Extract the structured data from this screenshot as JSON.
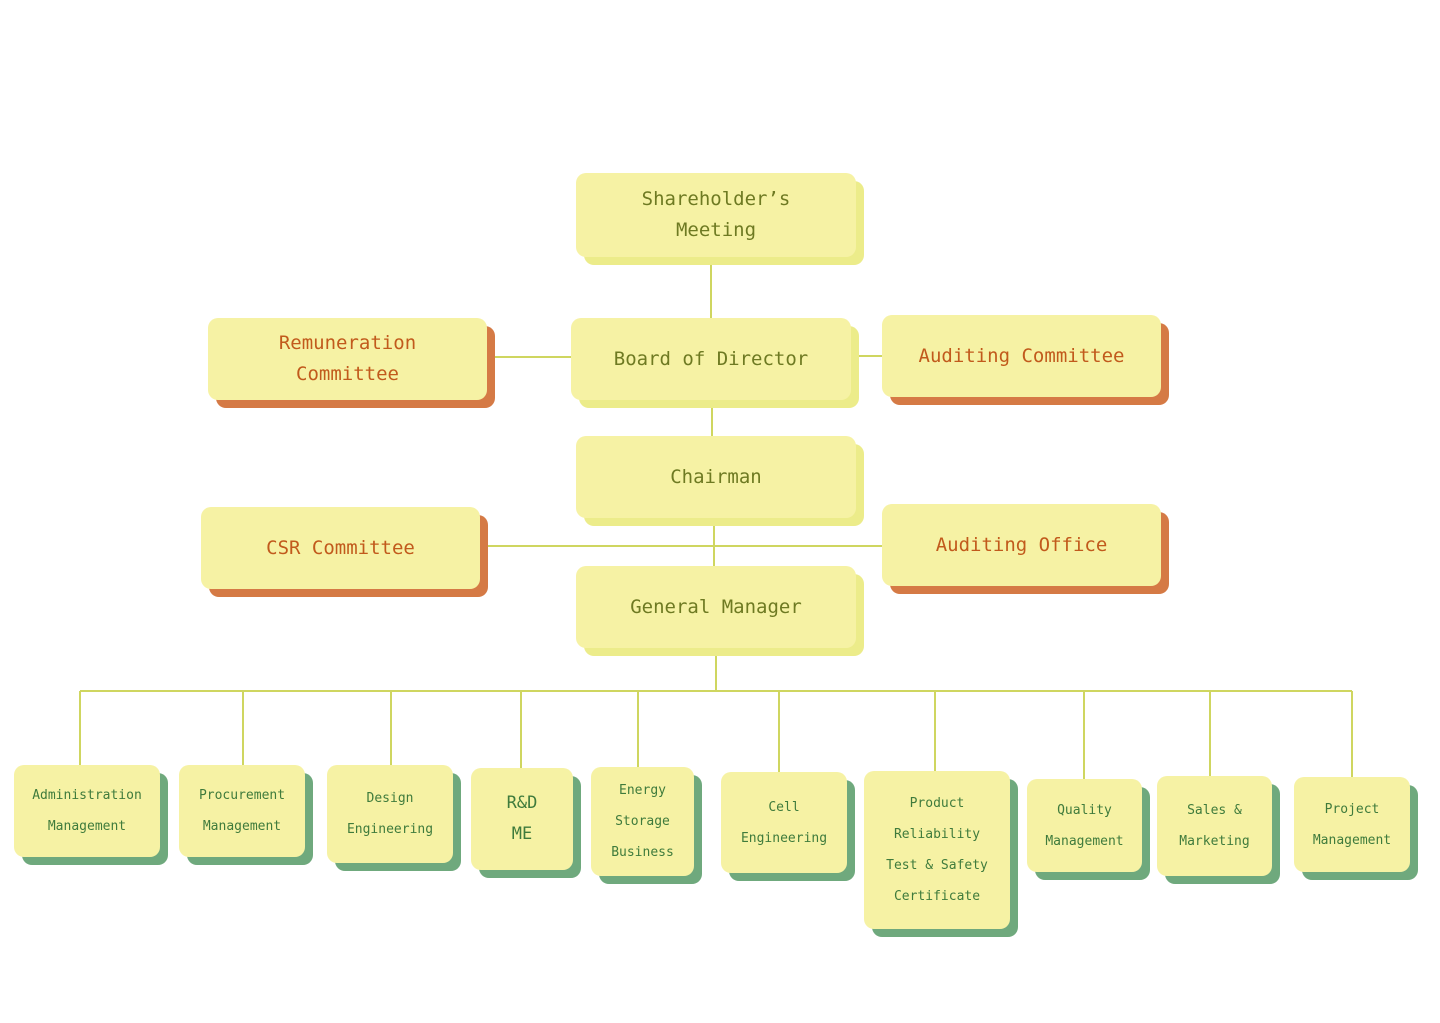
{
  "colors": {
    "node_fill": "#f6f2a4",
    "connector": "#cfd660",
    "core_text": "#6e7a22",
    "core_shadow": "#ecec8a",
    "committee_text": "#c15a1c",
    "committee_shadow": "#d57a45",
    "dept_text": "#3f7b3c",
    "dept_shadow": "#6fa97d"
  },
  "org": {
    "shareholders": [
      "Shareholder’s",
      "Meeting"
    ],
    "board": [
      "Board of Director"
    ],
    "chairman": [
      "Chairman"
    ],
    "general_manager": [
      "General Manager"
    ],
    "remuneration_committee": [
      "Remuneration",
      "Committee"
    ],
    "auditing_committee": [
      "Auditing Committee"
    ],
    "csr_committee": [
      "CSR Committee"
    ],
    "auditing_office": [
      "Auditing Office"
    ],
    "departments": [
      [
        "Administration",
        "Management"
      ],
      [
        "Procurement",
        "Management"
      ],
      [
        "Design",
        "Engineering"
      ],
      [
        "R&D",
        "ME"
      ],
      [
        "Energy",
        "Storage",
        "Business"
      ],
      [
        "Cell",
        "Engineering"
      ],
      [
        "Product",
        "Reliability",
        "Test & Safety",
        "Certificate"
      ],
      [
        "Quality",
        "Management"
      ],
      [
        "Sales &",
        "Marketing"
      ],
      [
        "Project",
        "Management"
      ]
    ]
  }
}
